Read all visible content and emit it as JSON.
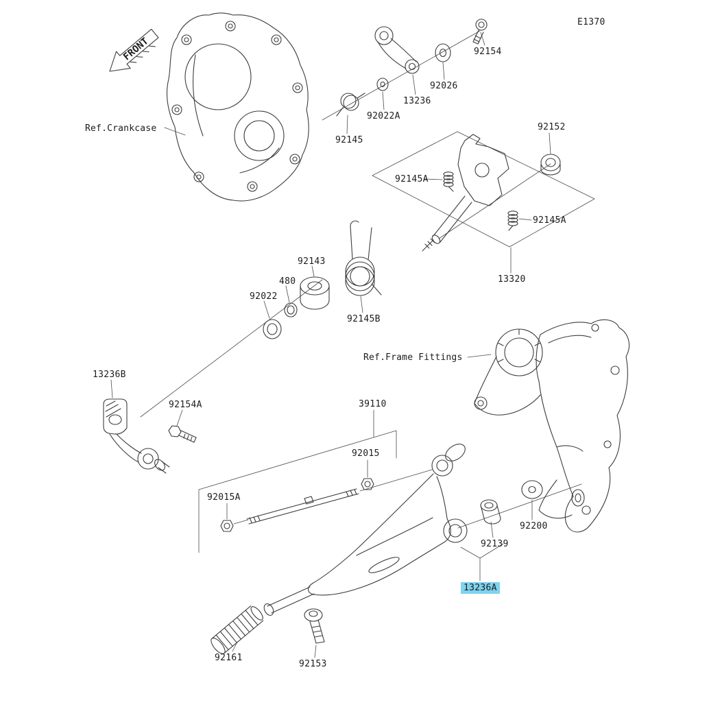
{
  "page": {
    "diagram_code": "E1370",
    "orientation_marker": "FRONT",
    "highlighted_part": "13236A",
    "highlight_color": "#7fd3ee",
    "line_color": "#3c3c3c",
    "text_color": "#1c1c1c",
    "background": "#ffffff"
  },
  "references": [
    {
      "key": "crankcase",
      "label": "Ref.Crankcase"
    },
    {
      "key": "frame_fittings",
      "label": "Ref.Frame Fittings"
    }
  ],
  "part_labels": [
    {
      "key": "92154",
      "label": "92154",
      "highlighted": false
    },
    {
      "key": "92026",
      "label": "92026",
      "highlighted": false
    },
    {
      "key": "13236",
      "label": "13236",
      "highlighted": false
    },
    {
      "key": "92022A",
      "label": "92022A",
      "highlighted": false
    },
    {
      "key": "92145",
      "label": "92145",
      "highlighted": false
    },
    {
      "key": "92152",
      "label": "92152",
      "highlighted": false
    },
    {
      "key": "92145A_upper",
      "label": "92145A",
      "highlighted": false
    },
    {
      "key": "92145A_lower",
      "label": "92145A",
      "highlighted": false
    },
    {
      "key": "13320",
      "label": "13320",
      "highlighted": false
    },
    {
      "key": "92143",
      "label": "92143",
      "highlighted": false
    },
    {
      "key": "480",
      "label": "480",
      "highlighted": false
    },
    {
      "key": "92022",
      "label": "92022",
      "highlighted": false
    },
    {
      "key": "92145B",
      "label": "92145B",
      "highlighted": false
    },
    {
      "key": "13236B",
      "label": "13236B",
      "highlighted": false
    },
    {
      "key": "92154A",
      "label": "92154A",
      "highlighted": false
    },
    {
      "key": "39110",
      "label": "39110",
      "highlighted": false
    },
    {
      "key": "92015",
      "label": "92015",
      "highlighted": false
    },
    {
      "key": "92015A",
      "label": "92015A",
      "highlighted": false
    },
    {
      "key": "92200",
      "label": "92200",
      "highlighted": false
    },
    {
      "key": "92139",
      "label": "92139",
      "highlighted": false
    },
    {
      "key": "13236A",
      "label": "13236A",
      "highlighted": true
    },
    {
      "key": "92161",
      "label": "92161",
      "highlighted": false
    },
    {
      "key": "92153",
      "label": "92153",
      "highlighted": false
    }
  ]
}
